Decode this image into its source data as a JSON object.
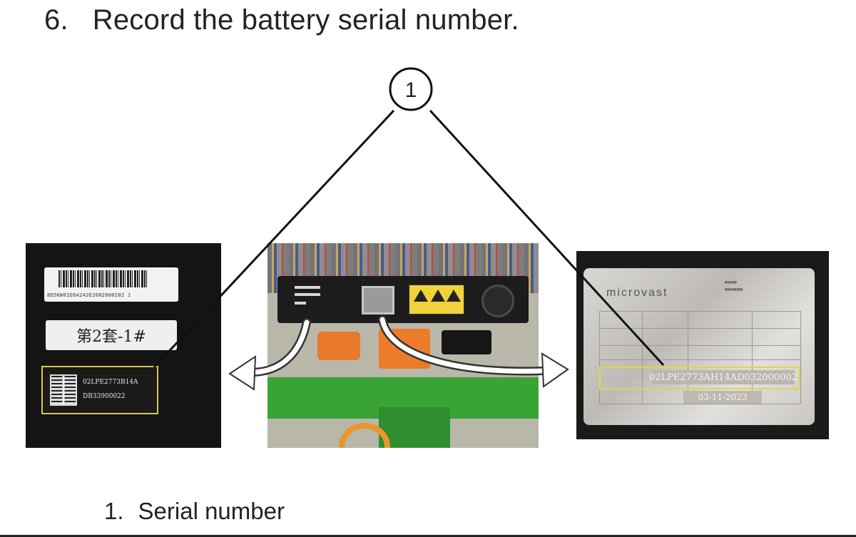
{
  "step": {
    "number": "6.",
    "text": "Record the battery serial number."
  },
  "callout": {
    "label": "1"
  },
  "legend": [
    {
      "number": "1.",
      "text": "Serial number"
    }
  ],
  "photos": {
    "left": {
      "barcode_text": "8D5KW01E6A242E2082000202 1",
      "cn_label": "第2套-1#",
      "qr_line_1": "02LPE2773B14A",
      "qr_line_2": "DB33900022"
    },
    "right": {
      "brand": "microvast",
      "serial": "02LPE2773AH14AD032000002",
      "date": "03-11-2023"
    }
  },
  "colors": {
    "highlight": "#e3d34a",
    "frame_green": "#3aa336",
    "connector_orange": "#e9782a"
  }
}
